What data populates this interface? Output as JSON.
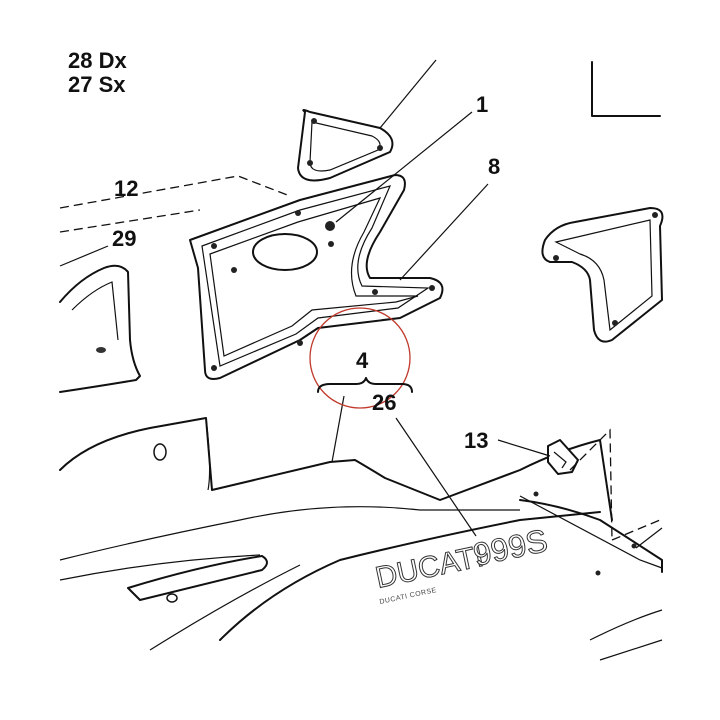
{
  "labels": {
    "ref_28": "28 Dx",
    "ref_27": "27 Sx",
    "ref_1": "1",
    "ref_8": "8",
    "ref_12": "12",
    "ref_29": "29",
    "ref_4": "4",
    "ref_26": "26",
    "ref_13": "13"
  },
  "decal": {
    "brand_text": "DUCATI",
    "model_text": "999S",
    "subtitle": "DUCATI CORSE"
  },
  "colors": {
    "line": "#111111",
    "background": "#ffffff"
  }
}
